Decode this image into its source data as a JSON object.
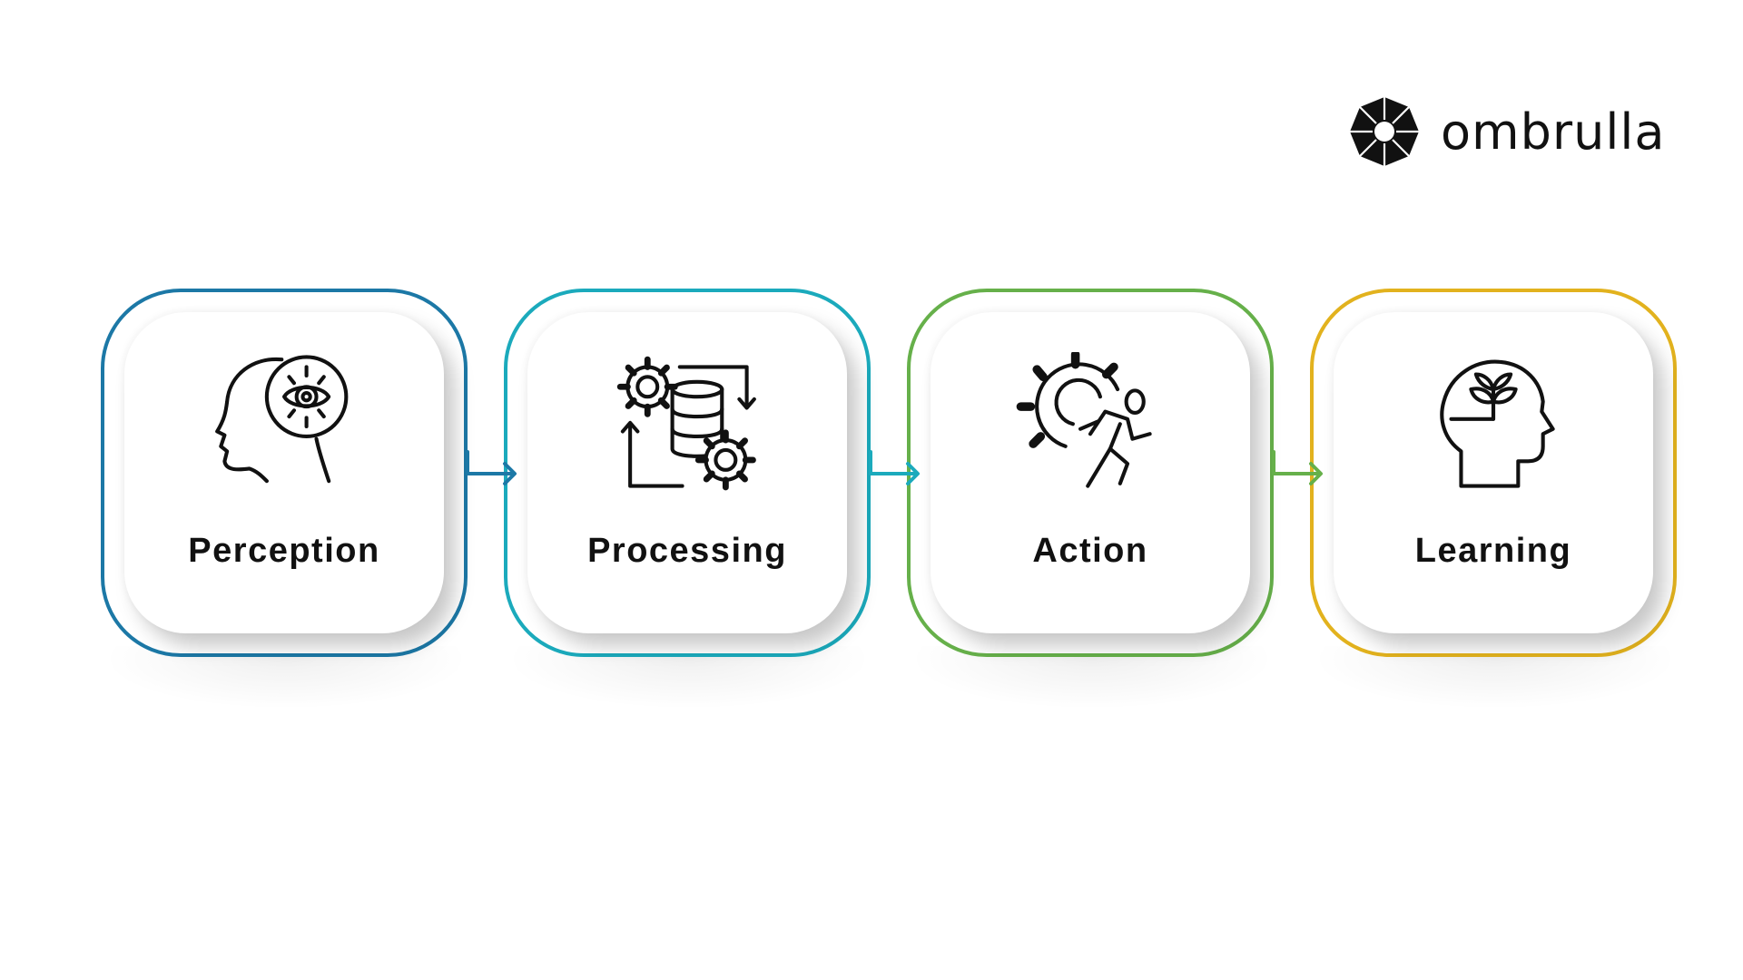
{
  "brand": {
    "name": "ombrulla"
  },
  "steps": [
    {
      "label": "Perception",
      "icon": "head-eye-icon",
      "color": "#1C78A6"
    },
    {
      "label": "Processing",
      "icon": "gears-database-icon",
      "color": "#1BAABC"
    },
    {
      "label": "Action",
      "icon": "gear-runner-icon",
      "color": "#66B04A"
    },
    {
      "label": "Learning",
      "icon": "head-sprout-icon",
      "color": "#E2B21E"
    }
  ]
}
